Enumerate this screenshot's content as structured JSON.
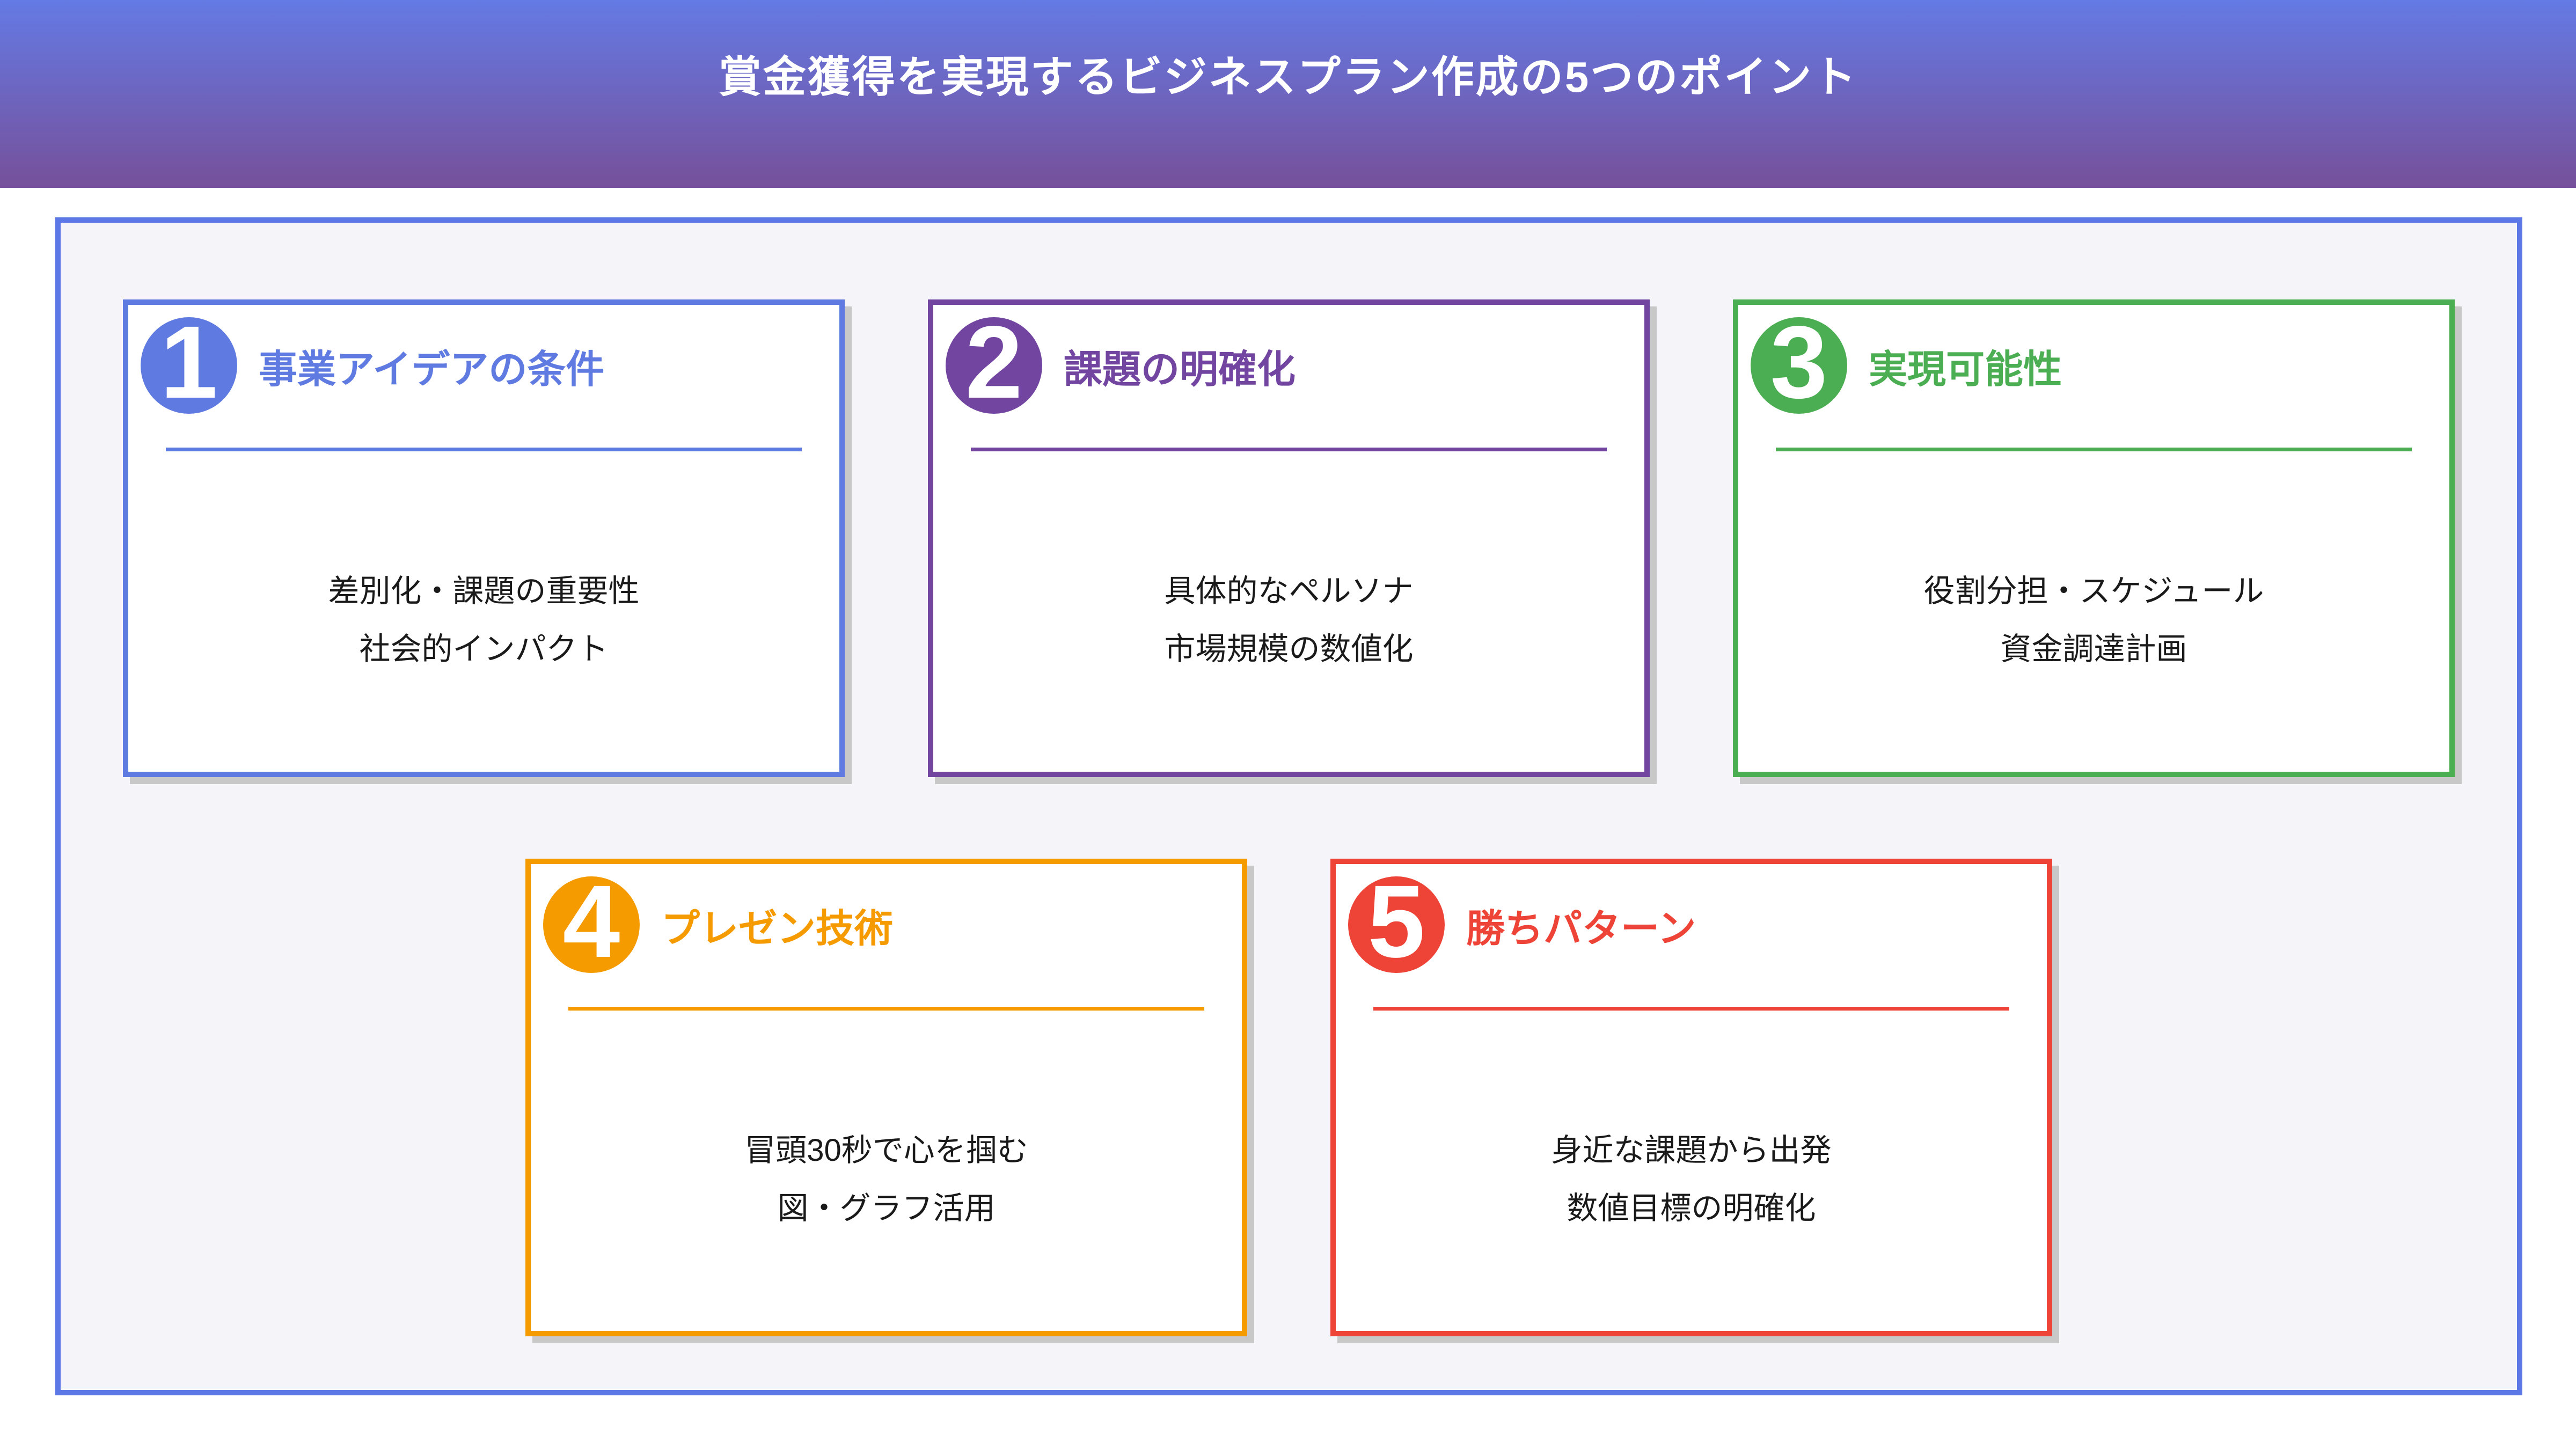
{
  "header": {
    "title": "賞金獲得を実現するビジネスプラン作成の5つのポイント",
    "gradient_top": "#647AE4",
    "gradient_bottom": "#76509A",
    "text_color": "#FFFFFF"
  },
  "frame": {
    "border_color": "#5C78E6",
    "background": "#F4F4F9"
  },
  "shadow_color": "#C8C8C8",
  "cards": [
    {
      "number": "1",
      "title": "事業アイデアの条件",
      "lines": [
        "差別化・課題の重要性",
        "社会的インパクト"
      ],
      "color": "#5F7AE0"
    },
    {
      "number": "2",
      "title": "課題の明確化",
      "lines": [
        "具体的なペルソナ",
        "市場規模の数値化"
      ],
      "color": "#7145A0"
    },
    {
      "number": "3",
      "title": "実現可能性",
      "lines": [
        "役割分担・スケジュール",
        "資金調達計画"
      ],
      "color": "#4BAE52"
    },
    {
      "number": "4",
      "title": "プレゼン技術",
      "lines": [
        "冒頭30秒で心を掴む",
        "図・グラフ活用"
      ],
      "color": "#F59B00"
    },
    {
      "number": "5",
      "title": "勝ちパターン",
      "lines": [
        "身近な課題から出発",
        "数値目標の明確化"
      ],
      "color": "#EE4337"
    }
  ]
}
